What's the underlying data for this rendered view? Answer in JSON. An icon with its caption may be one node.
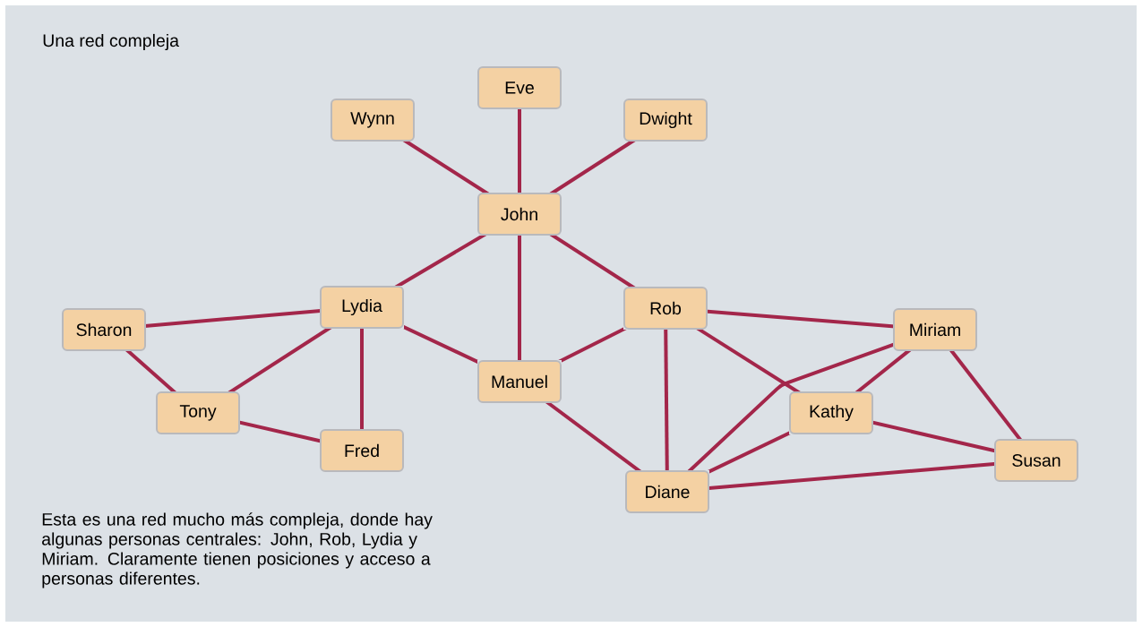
{
  "diagram": {
    "title": "Una red compleja",
    "caption": "Esta es una red mucho más compleja, donde hay algunas personas centrales: John, Rob, Lydia y Miriam. Claramente tienen posiciones y acceso a personas diferentes.",
    "nodes": [
      {
        "text": [
          "Eve"
        ]
      },
      {
        "text": [
          "Wynn"
        ]
      },
      {
        "text": [
          "Dwight"
        ]
      },
      {
        "text": [
          "John"
        ]
      },
      {
        "text": [
          "Lydia"
        ]
      },
      {
        "text": [
          "Rob"
        ]
      },
      {
        "text": [
          "Sharon"
        ]
      },
      {
        "text": [
          "Miriam"
        ]
      },
      {
        "text": [
          "Manuel"
        ]
      },
      {
        "text": [
          "Tony"
        ]
      },
      {
        "text": [
          "Kathy"
        ]
      },
      {
        "text": [
          "Fred"
        ]
      },
      {
        "text": [
          "Susan"
        ]
      },
      {
        "text": [
          "Diane"
        ]
      }
    ],
    "edges": [
      {
        "from": 1,
        "to": 3,
        "arrow": "none"
      },
      {
        "from": 0,
        "to": 3,
        "arrow": "none"
      },
      {
        "from": 2,
        "to": 3,
        "arrow": "none"
      },
      {
        "from": 3,
        "to": 4,
        "arrow": "none"
      },
      {
        "from": 3,
        "to": 8,
        "arrow": "none"
      },
      {
        "from": 3,
        "to": 5,
        "arrow": "none"
      },
      {
        "from": 6,
        "to": 4,
        "arrow": "none"
      },
      {
        "from": 4,
        "to": 9,
        "arrow": "none"
      },
      {
        "from": 4,
        "to": 11,
        "arrow": "none"
      },
      {
        "from": 4,
        "to": 8,
        "arrow": "none"
      },
      {
        "from": 6,
        "to": 9,
        "arrow": "none"
      },
      {
        "from": 9,
        "to": 11,
        "arrow": "none"
      },
      {
        "from": 8,
        "to": 5,
        "arrow": "none"
      },
      {
        "from": 8,
        "to": 13,
        "arrow": "none"
      },
      {
        "from": 5,
        "to": 13,
        "arrow": "none"
      },
      {
        "from": 5,
        "to": 10,
        "arrow": "none"
      },
      {
        "from": 5,
        "to": 7,
        "arrow": "none"
      },
      {
        "from": 10,
        "to": 7,
        "arrow": "none"
      },
      {
        "from": 13,
        "to": 7,
        "arrow": "none"
      },
      {
        "from": 13,
        "to": 10,
        "arrow": "none"
      },
      {
        "from": 10,
        "to": 12,
        "arrow": "none"
      },
      {
        "from": 7,
        "to": 12,
        "arrow": "none"
      },
      {
        "from": 13,
        "to": 12,
        "arrow": "none"
      }
    ]
  }
}
